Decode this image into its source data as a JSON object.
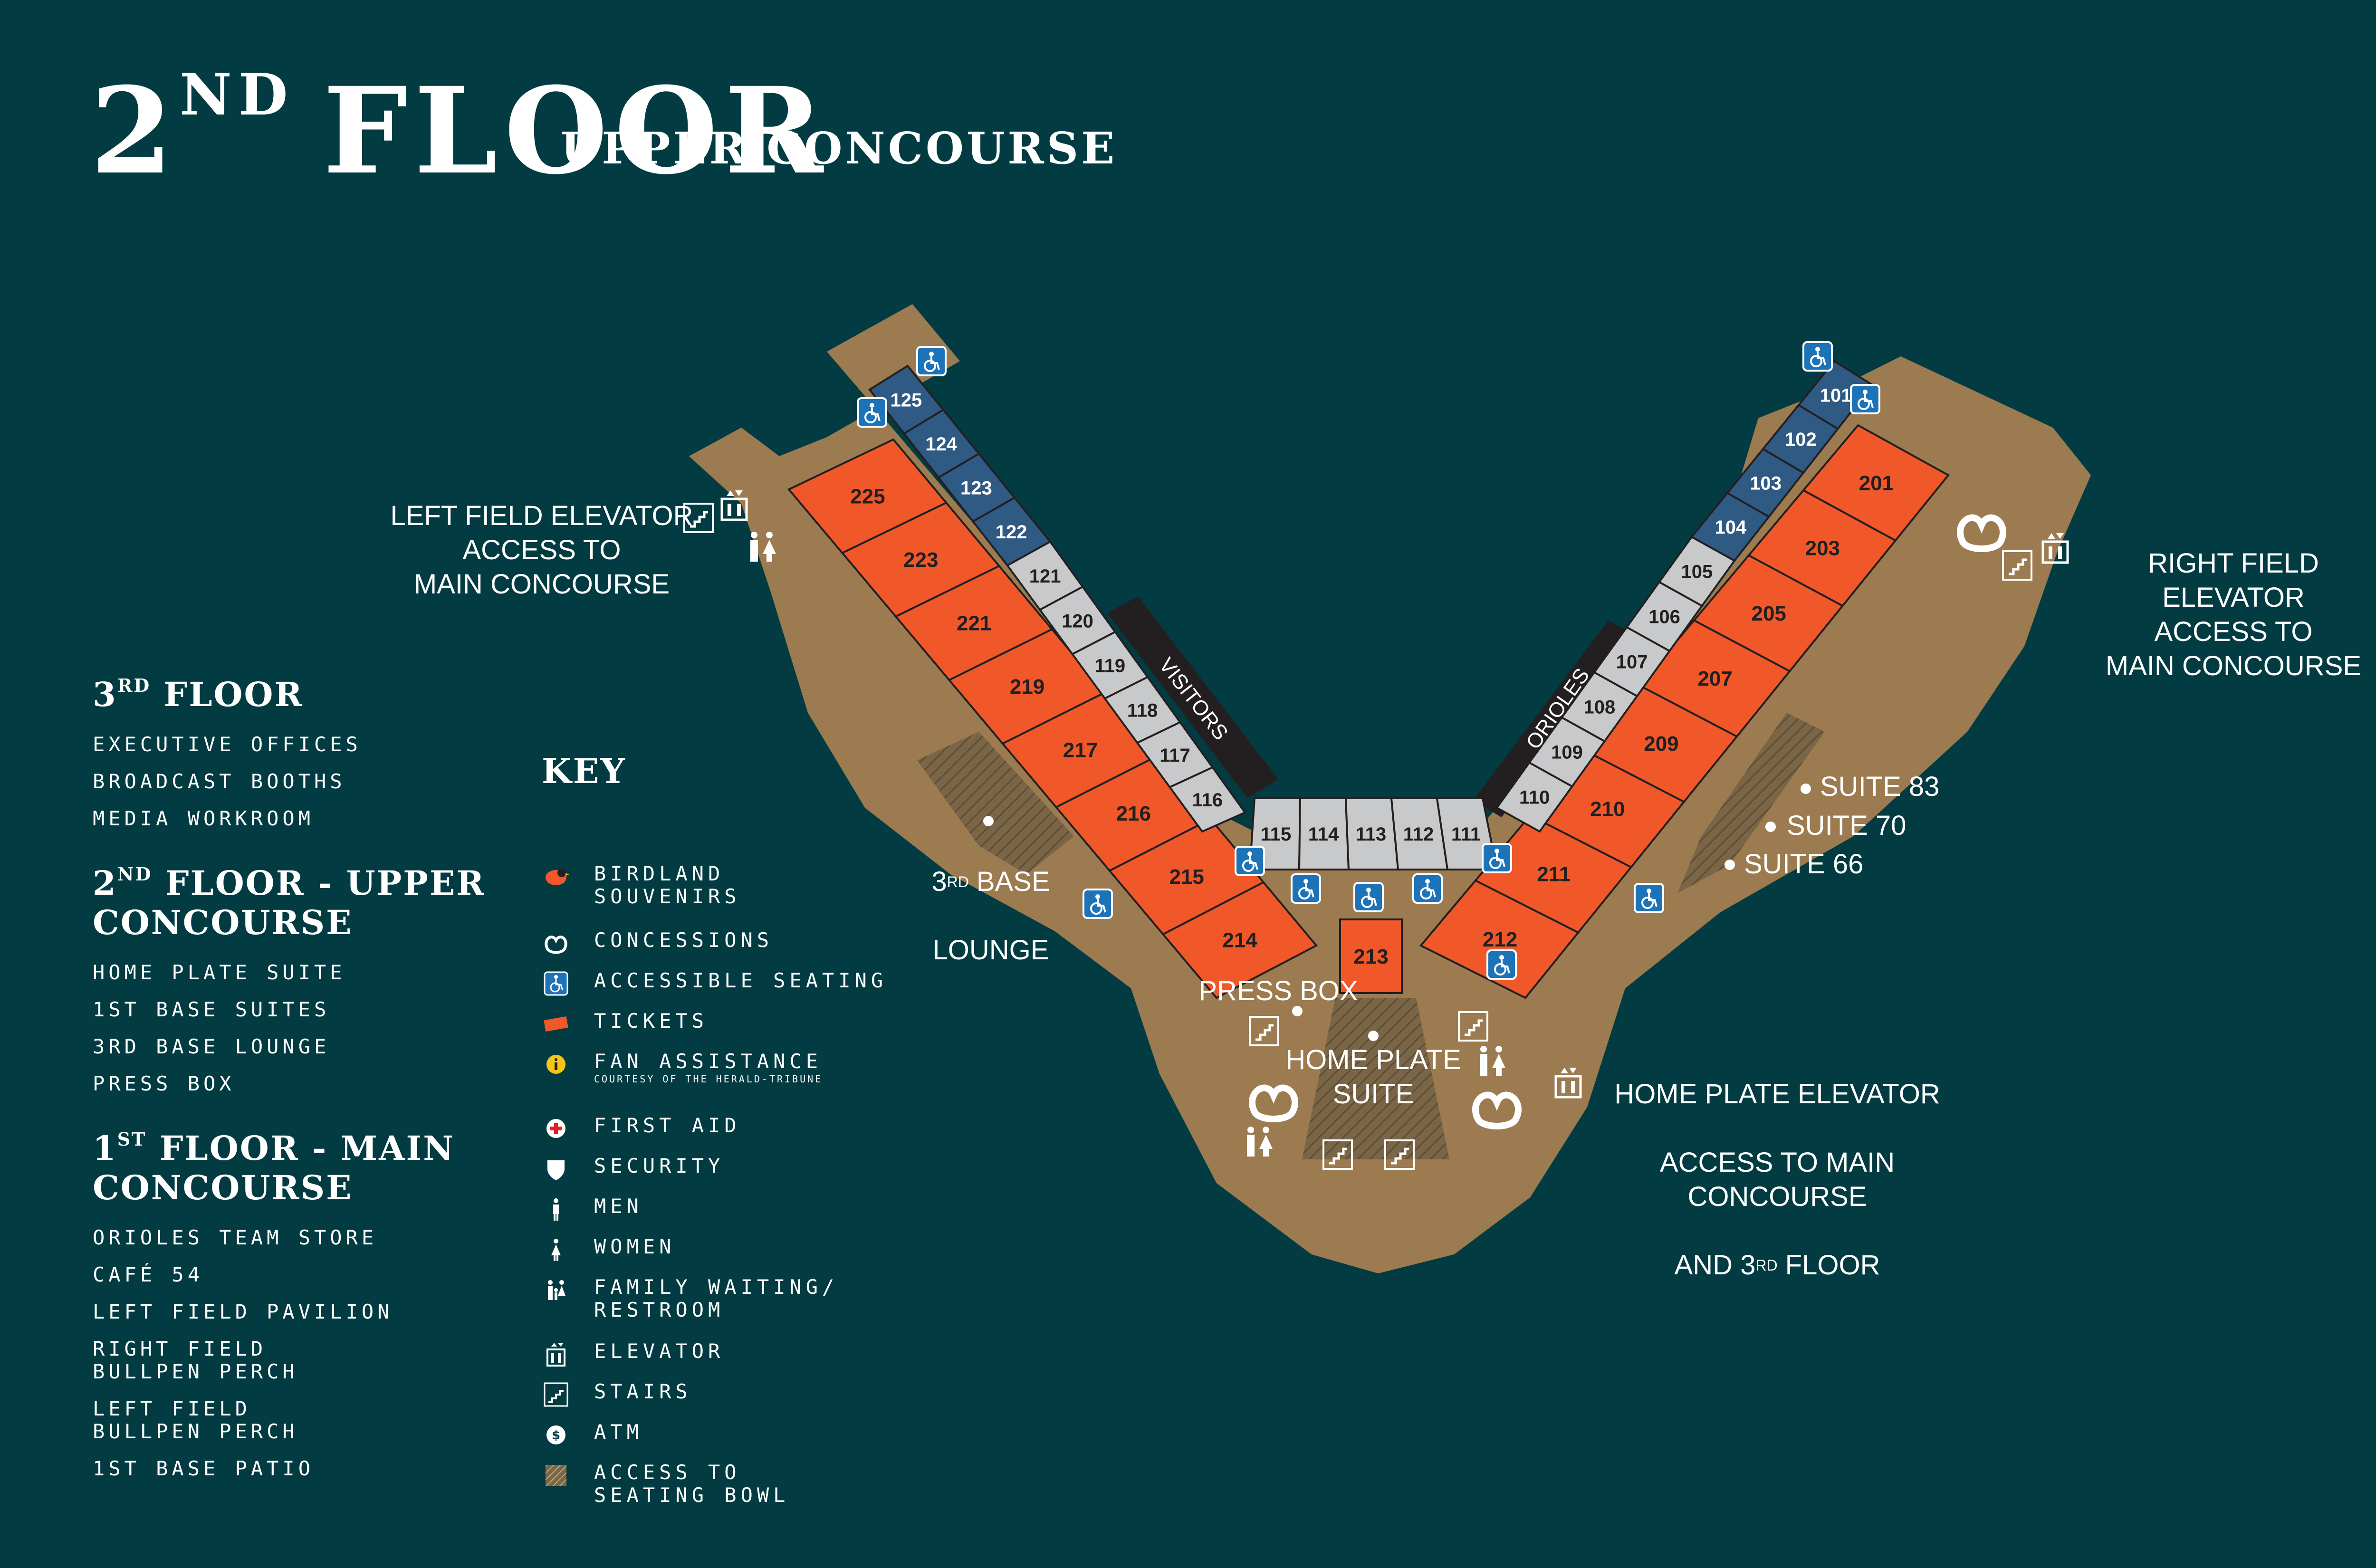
{
  "title": {
    "number": "2",
    "suffix": "ND",
    "word": "FLOOR"
  },
  "subtitle": "UPPER CONCOURSE",
  "floors": [
    {
      "number": "3",
      "suffix": "RD",
      "word": "FLOOR",
      "extra": "",
      "items": [
        "EXECUTIVE OFFICES",
        "BROADCAST BOOTHS",
        "MEDIA WORKROOM"
      ]
    },
    {
      "number": "2",
      "suffix": "ND",
      "word": "FLOOR",
      "extra": " - UPPER CONCOURSE",
      "items": [
        "HOME PLATE SUITE",
        "1ST BASE SUITES",
        "3RD BASE LOUNGE",
        "PRESS BOX"
      ]
    },
    {
      "number": "1",
      "suffix": "ST",
      "word": "FLOOR",
      "extra": " - MAIN CONCOURSE",
      "items": [
        "ORIOLES TEAM STORE",
        "CAFÉ 54",
        "LEFT FIELD PAVILION",
        "RIGHT FIELD\nBULLPEN PERCH",
        "LEFT FIELD\nBULLPEN PERCH",
        "1ST BASE PATIO"
      ]
    }
  ],
  "key": {
    "title": "KEY",
    "items": [
      {
        "icon": "oriole-bird-icon",
        "label": "BIRDLAND\nSOUVENIRS",
        "sub": ""
      },
      {
        "icon": "pretzel-icon",
        "label": "CONCESSIONS",
        "sub": ""
      },
      {
        "icon": "wheelchair-icon",
        "label": "ACCESSIBLE SEATING",
        "sub": ""
      },
      {
        "icon": "ticket-icon",
        "label": "TICKETS",
        "sub": ""
      },
      {
        "icon": "info-icon",
        "label": "FAN ASSISTANCE",
        "sub": "COURTESY OF THE HERALD-TRIBUNE"
      },
      {
        "icon": "first-aid-icon",
        "label": "FIRST AID",
        "sub": ""
      },
      {
        "icon": "shield-icon",
        "label": "SECURITY",
        "sub": ""
      },
      {
        "icon": "man-icon",
        "label": "MEN",
        "sub": ""
      },
      {
        "icon": "woman-icon",
        "label": "WOMEN",
        "sub": ""
      },
      {
        "icon": "family-icon",
        "label": "FAMILY WAITING/\nRESTROOM",
        "sub": ""
      },
      {
        "icon": "elevator-icon",
        "label": "ELEVATOR",
        "sub": ""
      },
      {
        "icon": "stairs-icon",
        "label": "STAIRS",
        "sub": ""
      },
      {
        "icon": "atm-icon",
        "label": "ATM",
        "sub": ""
      },
      {
        "icon": "hatch-icon",
        "label": "ACCESS TO\nSEATING BOWL",
        "sub": ""
      }
    ]
  },
  "map_labels": {
    "left_elevator": "LEFT FIELD ELEVATOR\nACCESS  TO\nMAIN CONCOURSE",
    "right_elevator": "RIGHT FIELD ELEVATOR\nACCESS  TO\nMAIN CONCOURSE",
    "home_elevator_line1": "HOME PLATE ELEVATOR",
    "home_elevator_line2": "ACCESS TO MAIN CONCOURSE",
    "home_elevator_line3_pre": "AND 3",
    "home_elevator_line3_sup": "RD",
    "home_elevator_line3_post": " FLOOR",
    "third_base_pre": "3",
    "third_base_sup": "RD",
    "third_base_post": " BASE",
    "third_base_line2": "LOUNGE",
    "press_box": "PRESS BOX",
    "home_plate_suite": "HOME PLATE\nSUITE",
    "suite_83": "SUITE 83",
    "suite_70": "SUITE 70",
    "suite_66": "SUITE 66",
    "visitors": "VISITORS",
    "orioles": "ORIOLES"
  },
  "sections": {
    "upper_left": [
      "225",
      "223",
      "221",
      "219",
      "217",
      "216",
      "215",
      "214"
    ],
    "upper_center": [
      "213"
    ],
    "upper_right": [
      "212",
      "211",
      "210",
      "209",
      "207",
      "205",
      "203",
      "201"
    ],
    "lower_left_blue": [
      "125",
      "124",
      "123",
      "122"
    ],
    "lower_left_gray": [
      "121",
      "120",
      "119",
      "118",
      "117",
      "116"
    ],
    "lower_center_gray": [
      "115",
      "114",
      "113",
      "112",
      "111"
    ],
    "lower_right_gray": [
      "110",
      "109",
      "108",
      "107",
      "106",
      "105"
    ],
    "lower_right_blue": [
      "104",
      "103",
      "102",
      "101"
    ]
  },
  "colors": {
    "background": "#023c42",
    "concourse": "#9c7b50",
    "concourse_dark": "#6e5c40",
    "upper_section": "#f0582a",
    "lower_blue": "#2f5a84",
    "lower_gray": "#c8c9ca",
    "dugout": "#231f20",
    "accessible": "#1d73b8"
  }
}
